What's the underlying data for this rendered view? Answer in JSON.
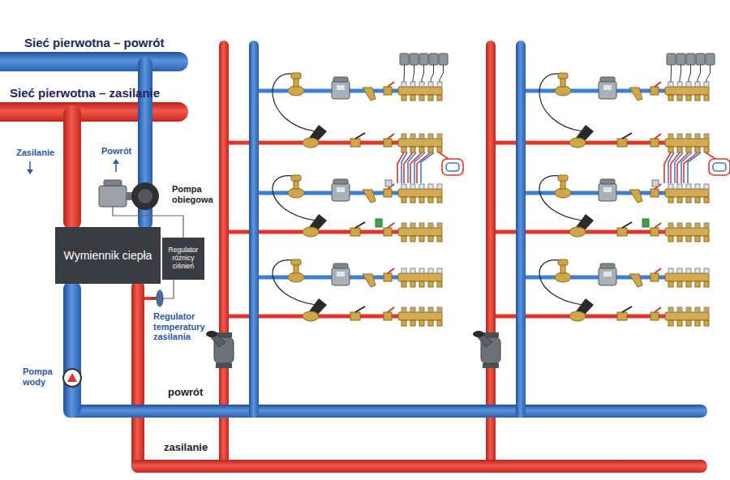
{
  "diagram": {
    "nodes": [
      {
        "text": [
          "Wymiennik ciepła"
        ]
      },
      {
        "text": [
          "Regulator różnicy ciśnień"
        ]
      }
    ],
    "labels": [
      "Sieć pierwotna – powrót",
      "Sieć pierwotna – zasilanie",
      "Zasilanie",
      "Powrót",
      "Pompa obiegowa",
      "Regulator temperatury zasilania",
      "Pompa wody",
      "powrót",
      "zasilanie"
    ]
  }
}
